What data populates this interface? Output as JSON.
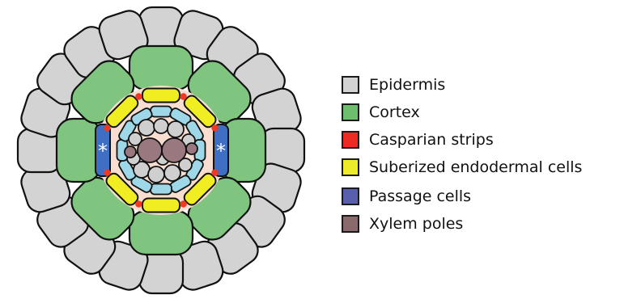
{
  "legend": [
    {
      "label": "Epidermis",
      "color": "#d3d3d3",
      "name": "legend-epidermis"
    },
    {
      "label": "Cortex",
      "color": "#6dbf6d",
      "name": "legend-cortex"
    },
    {
      "label": "Casparian strips",
      "color": "#ee2a24",
      "name": "legend-casparian-strips"
    },
    {
      "label": "Suberized endodermal cells",
      "color": "#eeeb2a",
      "name": "legend-suberized-endodermal-cells"
    },
    {
      "label": "Passage cells",
      "color": "#5a5fad",
      "name": "legend-passage-cells"
    },
    {
      "label": "Xylem poles",
      "color": "#8b6a6e",
      "name": "legend-xylem-poles"
    }
  ],
  "passage_cell_marker": "*",
  "colors": {
    "epidermis": "#d3d3d3",
    "cortex": "#7fc57f",
    "endodermis": "#f0ee22",
    "casparian": "#ee3a24",
    "passage": "#3f6fc2",
    "pericycle": "#9ed8e8",
    "stele_bg": "#f8ded0",
    "xylem": "#9a7880",
    "inner_gray": "#cfcfcf"
  }
}
